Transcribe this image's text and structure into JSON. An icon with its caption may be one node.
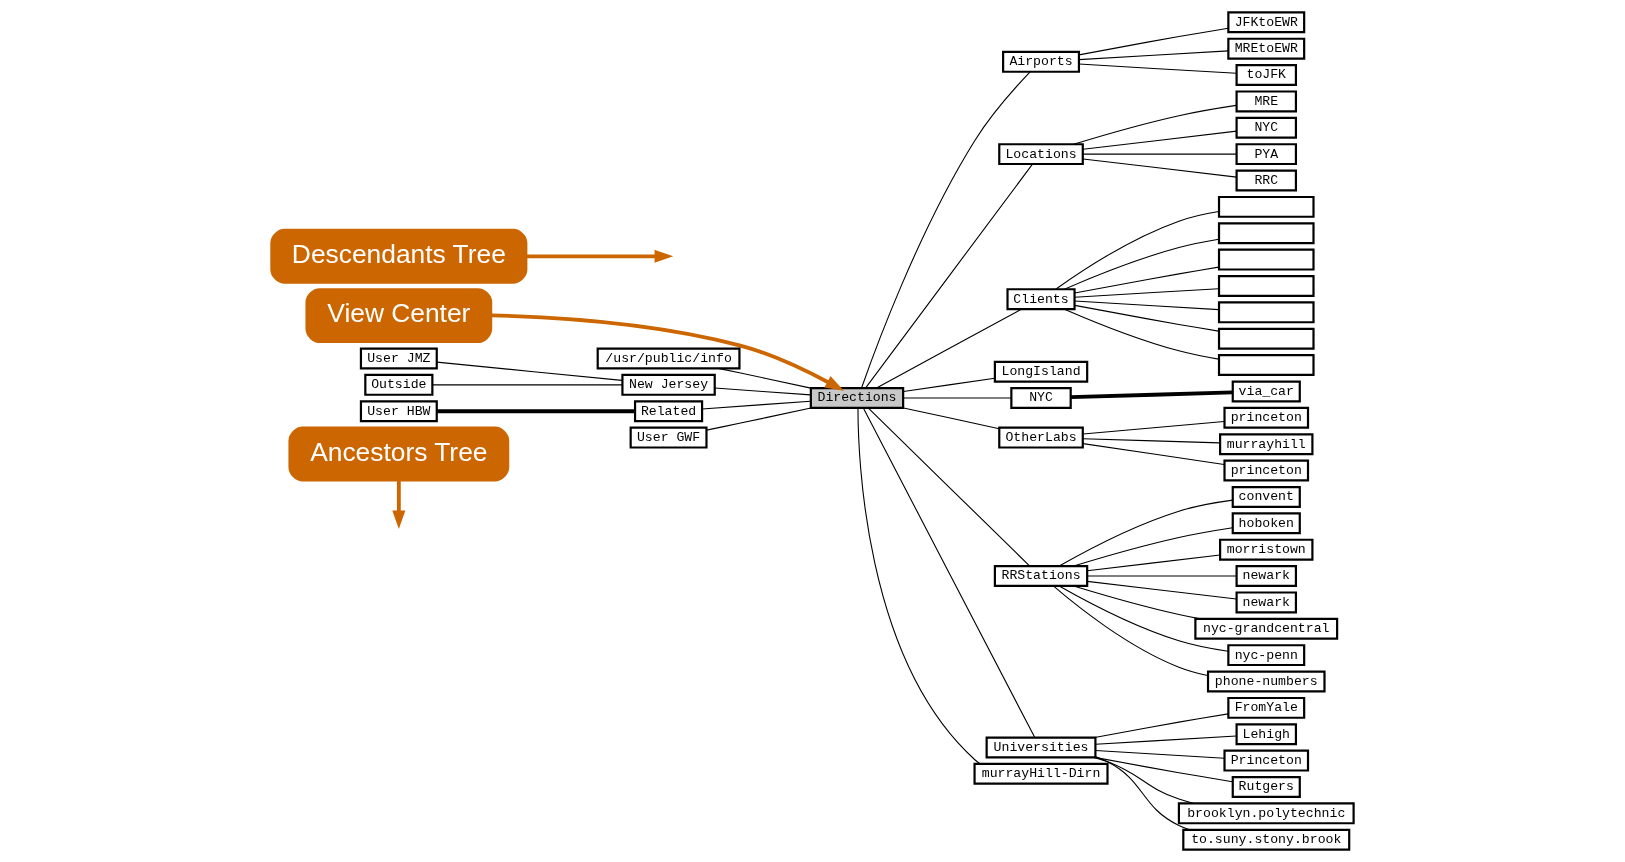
{
  "diagram": {
    "nodes": [
      {
        "text": [
          "Ancestors Tree"
        ]
      },
      {
        "text": [
          "View Center"
        ]
      },
      {
        "text": [
          "/usr/public/info"
        ]
      },
      {
        "text": [
          "User JMZ"
        ]
      },
      {
        "text": [
          "Outside"
        ]
      },
      {
        "text": [
          "New Jersey"
        ]
      },
      {
        "text": [
          "User HBW"
        ]
      },
      {
        "text": [
          "Related"
        ]
      },
      {
        "text": [
          "User GWF"
        ]
      },
      {
        "text": [
          "Directions"
        ]
      },
      {
        "text": [
          "Descendants Tree"
        ]
      },
      {
        "text": [
          "Airports"
        ]
      },
      {
        "text": [
          "JFKtoEWR"
        ]
      },
      {
        "text": [
          "MREtoEWR"
        ]
      },
      {
        "text": [
          "toJFK"
        ]
      },
      {
        "text": [
          "Locations"
        ]
      },
      {
        "text": [
          "MRE"
        ]
      },
      {
        "text": [
          "NYC"
        ]
      },
      {
        "text": [
          "PYA"
        ]
      },
      {
        "text": [
          "RRC"
        ]
      },
      {
        "text": [
          "Clients"
        ]
      },
      {
        "text": [],
        "shape": "box"
      },
      {
        "text": [],
        "shape": "box"
      },
      {
        "text": [],
        "shape": "box"
      },
      {
        "text": [],
        "shape": "box"
      },
      {
        "text": [],
        "shape": "box"
      },
      {
        "text": [],
        "shape": "box"
      },
      {
        "text": [],
        "shape": "box"
      },
      {
        "text": [
          "LongIsland"
        ]
      },
      {
        "text": [
          "NYC"
        ]
      },
      {
        "text": [
          "via_car"
        ]
      },
      {
        "text": [
          "OtherLabs"
        ]
      },
      {
        "text": [
          "princeton"
        ]
      },
      {
        "text": [
          "murrayhill"
        ]
      },
      {
        "text": [
          "princeton"
        ]
      },
      {
        "text": [
          "RRStations"
        ]
      },
      {
        "text": [
          "convent"
        ]
      },
      {
        "text": [
          "hoboken"
        ]
      },
      {
        "text": [
          "morristown"
        ]
      },
      {
        "text": [
          "newark"
        ]
      },
      {
        "text": [
          "newark"
        ]
      },
      {
        "text": [
          "nyc-grandcentral"
        ]
      },
      {
        "text": [
          "nyc-penn"
        ]
      },
      {
        "text": [
          "phone-numbers"
        ]
      },
      {
        "text": [
          "Universities"
        ]
      },
      {
        "text": [
          "FromYale"
        ]
      },
      {
        "text": [
          "Lehigh"
        ]
      },
      {
        "text": [
          "Princeton"
        ]
      },
      {
        "text": [
          "Rutgers"
        ]
      },
      {
        "text": [
          "brooklyn.polytechnic"
        ]
      },
      {
        "text": [
          "to.suny.stony.brook"
        ]
      },
      {
        "text": [
          "murrayHill-Dirn"
        ]
      }
    ],
    "edges": [
      {
        "from": 0,
        "to": null,
        "arrow": "to",
        "style": "thick",
        "color": "#cc6600"
      },
      {
        "from": 1,
        "to": 9,
        "arrow": "to",
        "style": "thick",
        "color": "#cc6600"
      },
      {
        "from": 10,
        "to": null,
        "arrow": "to",
        "style": "thick",
        "color": "#cc6600"
      },
      {
        "from": 3,
        "to": 5,
        "arrow": "none"
      },
      {
        "from": 4,
        "to": 5,
        "arrow": "none"
      },
      {
        "from": 6,
        "to": 7,
        "arrow": "none",
        "style": "thick"
      },
      {
        "from": 2,
        "to": 9,
        "arrow": "none"
      },
      {
        "from": 5,
        "to": 9,
        "arrow": "none"
      },
      {
        "from": 7,
        "to": 9,
        "arrow": "none"
      },
      {
        "from": 8,
        "to": 9,
        "arrow": "none"
      },
      {
        "from": 9,
        "to": 11,
        "arrow": "none"
      },
      {
        "from": 9,
        "to": 15,
        "arrow": "none"
      },
      {
        "from": 9,
        "to": 20,
        "arrow": "none"
      },
      {
        "from": 9,
        "to": 28,
        "arrow": "none"
      },
      {
        "from": 9,
        "to": 29,
        "arrow": "none"
      },
      {
        "from": 9,
        "to": 31,
        "arrow": "none"
      },
      {
        "from": 9,
        "to": 35,
        "arrow": "none"
      },
      {
        "from": 9,
        "to": 44,
        "arrow": "none"
      },
      {
        "from": 9,
        "to": 51,
        "arrow": "none"
      },
      {
        "from": 11,
        "to": 12,
        "arrow": "none"
      },
      {
        "from": 11,
        "to": 13,
        "arrow": "none"
      },
      {
        "from": 11,
        "to": 14,
        "arrow": "none"
      },
      {
        "from": 15,
        "to": 16,
        "arrow": "none"
      },
      {
        "from": 15,
        "to": 17,
        "arrow": "none"
      },
      {
        "from": 15,
        "to": 18,
        "arrow": "none"
      },
      {
        "from": 15,
        "to": 19,
        "arrow": "none"
      },
      {
        "from": 20,
        "to": 21,
        "arrow": "none"
      },
      {
        "from": 20,
        "to": 22,
        "arrow": "none"
      },
      {
        "from": 20,
        "to": 23,
        "arrow": "none"
      },
      {
        "from": 20,
        "to": 24,
        "arrow": "none"
      },
      {
        "from": 20,
        "to": 25,
        "arrow": "none"
      },
      {
        "from": 20,
        "to": 26,
        "arrow": "none"
      },
      {
        "from": 20,
        "to": 27,
        "arrow": "none"
      },
      {
        "from": 29,
        "to": 30,
        "arrow": "none",
        "style": "thick"
      },
      {
        "from": 31,
        "to": 32,
        "arrow": "none"
      },
      {
        "from": 31,
        "to": 33,
        "arrow": "none"
      },
      {
        "from": 31,
        "to": 34,
        "arrow": "none"
      },
      {
        "from": 35,
        "to": 36,
        "arrow": "none"
      },
      {
        "from": 35,
        "to": 37,
        "arrow": "none"
      },
      {
        "from": 35,
        "to": 38,
        "arrow": "none"
      },
      {
        "from": 35,
        "to": 39,
        "arrow": "none"
      },
      {
        "from": 35,
        "to": 40,
        "arrow": "none"
      },
      {
        "from": 35,
        "to": 41,
        "arrow": "none"
      },
      {
        "from": 35,
        "to": 42,
        "arrow": "none"
      },
      {
        "from": 35,
        "to": 43,
        "arrow": "none"
      },
      {
        "from": 44,
        "to": 45,
        "arrow": "none"
      },
      {
        "from": 44,
        "to": 46,
        "arrow": "none"
      },
      {
        "from": 44,
        "to": 47,
        "arrow": "none"
      },
      {
        "from": 44,
        "to": 48,
        "arrow": "none"
      },
      {
        "from": 44,
        "to": 49,
        "arrow": "none"
      },
      {
        "from": 44,
        "to": 50,
        "arrow": "none"
      }
    ]
  }
}
